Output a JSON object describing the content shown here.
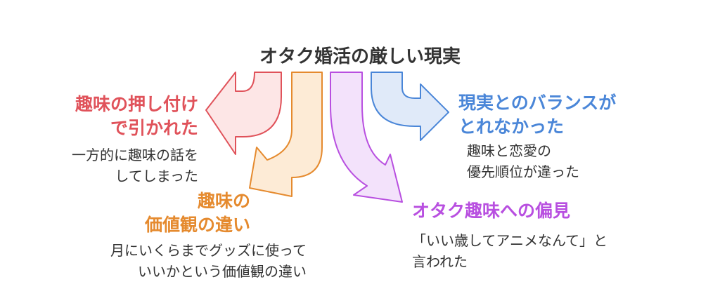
{
  "title": "オタク婚活の厳しい現実",
  "colors": {
    "red": "#e0525a",
    "orange": "#e58a2e",
    "purple": "#b84fe0",
    "blue": "#4a86d8",
    "text": "#333333"
  },
  "branches": [
    {
      "id": "red",
      "heading": [
        "趣味の押し付け",
        "で引かれた"
      ],
      "desc": [
        "一方的に趣味の話を",
        "してしまった"
      ]
    },
    {
      "id": "orange",
      "heading": [
        "趣味の",
        "価値観の違い"
      ],
      "desc": [
        "月にいくらまでグッズに使って",
        "いいかという価値観の違い"
      ]
    },
    {
      "id": "purple",
      "heading": [
        "オタク趣味への偏見"
      ],
      "desc": [
        "「いい歳してアニメなんて」と",
        "言われた"
      ]
    },
    {
      "id": "blue",
      "heading": [
        "現実とのバランスが",
        "とれなかった"
      ],
      "desc": [
        "趣味と恋愛の",
        "優先順位が違った"
      ]
    }
  ]
}
